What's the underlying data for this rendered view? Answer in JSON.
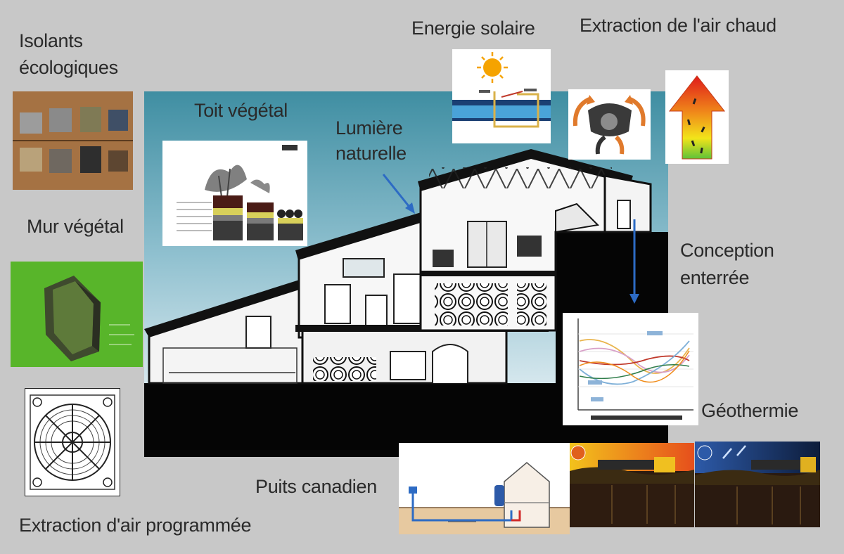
{
  "labels": {
    "isolants_line1": "Isolants",
    "isolants_line2": "écologiques",
    "mur_vegetal": "Mur végétal",
    "extraction_programmee": "Extraction d'air programmée",
    "toit_vegetal": "Toit végétal",
    "lumiere_line1": "Lumière",
    "lumiere_line2": "naturelle",
    "energie_solaire": "Energie solaire",
    "extraction_chaud": "Extraction de l'air chaud",
    "conception_line1": "Conception",
    "conception_line2": "enterrée",
    "geothermie": "Géothermie",
    "puits_canadien": "Puits canadien"
  },
  "colors": {
    "background": "#c8c8c8",
    "sky_top": "#3f8fa3",
    "sky_bottom": "#c9dfe6",
    "ground": "#050505",
    "wall_green": "#58b52a",
    "arrow_blue": "#2d6bc4",
    "sun": "#f5a300"
  }
}
